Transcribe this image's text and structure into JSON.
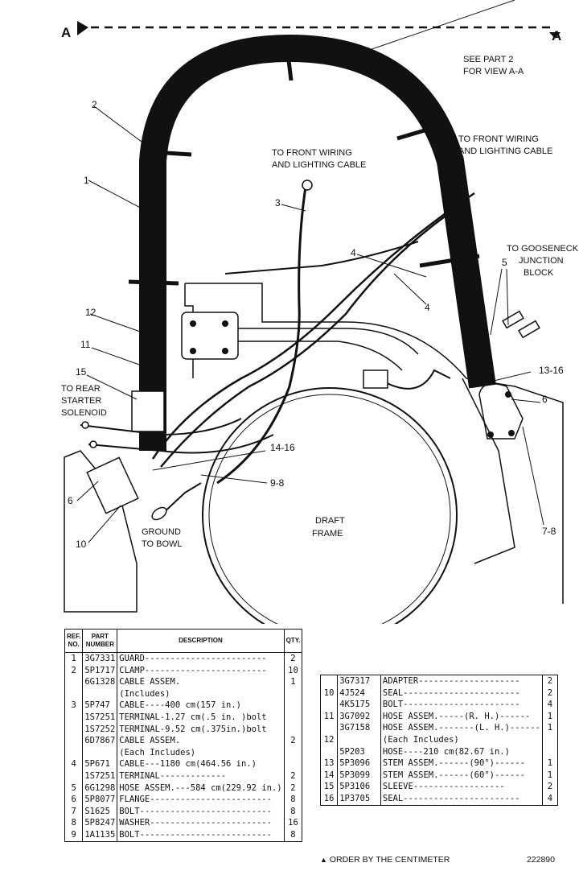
{
  "view_marker": "A",
  "see_part": "SEE PART 2\nFOR VIEW A-A",
  "callouts": {
    "front_wiring_center": "TO FRONT WIRING\nAND LIGHTING CABLE",
    "front_wiring_right": "TO FRONT WIRING\nAND LIGHTING CABLE",
    "gooseneck": "TO GOOSENECK\nJUNCTION\nBLOCK",
    "rear_starter": "TO REAR\nSTARTER\nSOLENOID",
    "ground": "GROUND\nTO BOWL",
    "draft_frame": "DRAFT\nFRAME"
  },
  "ref_numbers": [
    "1",
    "2",
    "3",
    "4",
    "4",
    "5",
    "6",
    "6",
    "7-8",
    "9-8",
    "10",
    "11",
    "12",
    "13-16",
    "14-16",
    "15"
  ],
  "table_headers": {
    "ref": "REF.\nNO.",
    "part": "PART\nNUMBER",
    "desc": "DESCRIPTION",
    "qty": "QTY."
  },
  "parts_left": [
    {
      "ref": "1",
      "part": "3G7331",
      "desc": "GUARD------------------------",
      "qty": "2"
    },
    {
      "ref": "2",
      "part": "5P1717",
      "desc": "CLAMP------------------------",
      "qty": "10"
    },
    {
      "ref": "",
      "part": "6G1328",
      "desc": "CABLE ASSEM.",
      "qty": "1"
    },
    {
      "ref": "",
      "part": "",
      "desc": "      (Includes)",
      "qty": ""
    },
    {
      "ref": "3",
      "part": "5P747",
      "desc": "      CABLE----400 cm(157 in.)",
      "qty": ""
    },
    {
      "ref": "",
      "part": "1S7251",
      "desc": "      TERMINAL-1.27 cm(.5 in. )bolt",
      "qty": ""
    },
    {
      "ref": "",
      "part": "1S7252",
      "desc": "      TERMINAL-9.52 cm(.375in.)bolt",
      "qty": ""
    },
    {
      "ref": "",
      "part": "6D7867",
      "desc": "CABLE ASSEM.",
      "qty": "2"
    },
    {
      "ref": "",
      "part": "",
      "desc": "      (Each Includes)",
      "qty": ""
    },
    {
      "ref": "4",
      "part": "5P671",
      "desc": "      CABLE---1180 cm(464.56 in.)",
      "qty": ""
    },
    {
      "ref": "",
      "part": "1S7251",
      "desc": "      TERMINAL-------------",
      "qty": "2"
    },
    {
      "ref": "5",
      "part": "6G1298",
      "desc": "HOSE ASSEM.---584 cm(229.92 in.)",
      "qty": "2"
    },
    {
      "ref": "6",
      "part": "5P8077",
      "desc": "FLANGE------------------------",
      "qty": "8"
    },
    {
      "ref": "7",
      "part": "S1625",
      "desc": "BOLT--------------------------",
      "qty": "8"
    },
    {
      "ref": "8",
      "part": "5P8247",
      "desc": "WASHER------------------------",
      "qty": "16"
    },
    {
      "ref": "9",
      "part": "1A1135",
      "desc": "BOLT--------------------------",
      "qty": "8"
    }
  ],
  "parts_right": [
    {
      "ref": "",
      "part": "3G7317",
      "desc": "ADAPTER--------------------",
      "qty": "2"
    },
    {
      "ref": "10",
      "part": "4J524",
      "desc": "SEAL-----------------------",
      "qty": "2"
    },
    {
      "ref": "",
      "part": "4K5175",
      "desc": "BOLT-----------------------",
      "qty": "4"
    },
    {
      "ref": "11",
      "part": "3G7092",
      "desc": "HOSE ASSEM.-----(R. H.)------",
      "qty": "1"
    },
    {
      "ref": "",
      "part": "3G7158",
      "desc": "HOSE ASSEM.-------(L. H.)------",
      "qty": "1"
    },
    {
      "ref": "12",
      "part": "",
      "desc": "   (Each Includes)",
      "qty": ""
    },
    {
      "ref": "",
      "part": "5P203",
      "desc": "     HOSE----210 cm(82.67 in.)",
      "qty": ""
    },
    {
      "ref": "13",
      "part": "5P3096",
      "desc": "     STEM ASSEM.------(90°)------",
      "qty": "1"
    },
    {
      "ref": "14",
      "part": "5P3099",
      "desc": "     STEM ASSEM.------(60°)------",
      "qty": "1"
    },
    {
      "ref": "15",
      "part": "5P3106",
      "desc": "     SLEEVE------------------",
      "qty": "2"
    },
    {
      "ref": "16",
      "part": "1P3705",
      "desc": "SEAL-----------------------",
      "qty": "4"
    },
    {
      "ref": "",
      "part": "",
      "desc": "",
      "qty": ""
    },
    {
      "ref": "",
      "part": "",
      "desc": "",
      "qty": ""
    },
    {
      "ref": "",
      "part": "",
      "desc": "",
      "qty": ""
    }
  ],
  "footer_note": "ORDER BY THE CENTIMETER",
  "drawing_code": "222890"
}
